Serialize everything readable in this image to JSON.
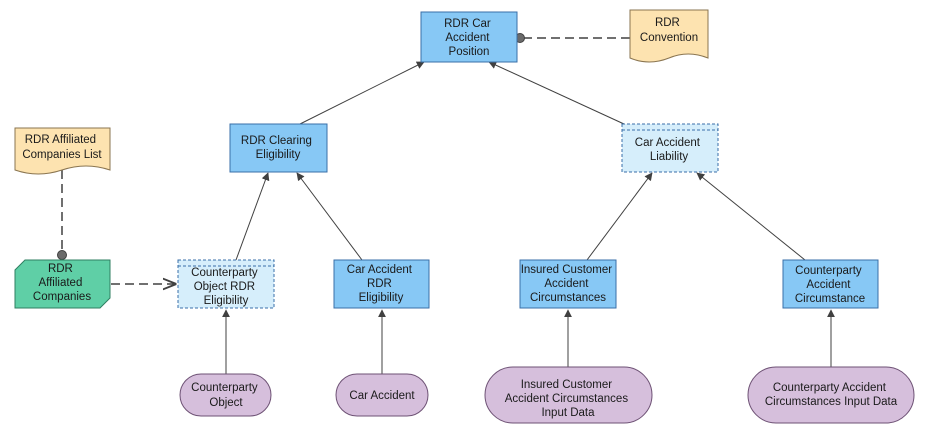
{
  "diagram": {
    "nodes": {
      "rdr_car_accident_position": {
        "lines": [
          "RDR Car",
          "Accident",
          "Position"
        ]
      },
      "rdr_convention": {
        "lines": [
          "RDR",
          "Convention"
        ]
      },
      "rdr_clearing_eligibility": {
        "lines": [
          "RDR Clearing",
          "Eligibility"
        ]
      },
      "car_accident_liability": {
        "lines": [
          "Car Accident",
          "Liability"
        ]
      },
      "rdr_affiliated_companies_list": {
        "lines": [
          "RDR Affiliated",
          "Companies List"
        ]
      },
      "rdr_affiliated_companies": {
        "lines": [
          "RDR",
          "Affiliated",
          "Companies"
        ]
      },
      "counterparty_object_rdr_eligibility": {
        "lines": [
          "Counterparty",
          "Object RDR",
          "Eligibility"
        ]
      },
      "car_accident_rdr_eligibility": {
        "lines": [
          "Car Accident",
          "RDR",
          "Eligibility"
        ]
      },
      "insured_customer_accident_circumstances": {
        "lines": [
          "Insured Customer",
          "Accident",
          "Circumstances"
        ]
      },
      "counterparty_accident_circumstance": {
        "lines": [
          "Counterparty",
          "Accident",
          "Circumstance"
        ]
      },
      "counterparty_object": {
        "lines": [
          "Counterparty",
          "Object"
        ]
      },
      "car_accident": {
        "lines": [
          "Car Accident"
        ]
      },
      "insured_customer_input_data": {
        "lines": [
          "Insured Customer",
          "Accident Circumstances",
          "Input Data"
        ]
      },
      "counterparty_input_data": {
        "lines": [
          "Counterparty Accident",
          "Circumstances Input Data"
        ]
      }
    },
    "colors": {
      "decision_fill": "#87c8f5",
      "decision_stroke": "#3a6fa8",
      "sub_decision_fill": "#d6eefb",
      "knowledge_source_fill": "#fde3b0",
      "input_data_fill": "#d6bfdc",
      "bkm_fill": "#5fcfa6",
      "edge": "#404040"
    }
  }
}
